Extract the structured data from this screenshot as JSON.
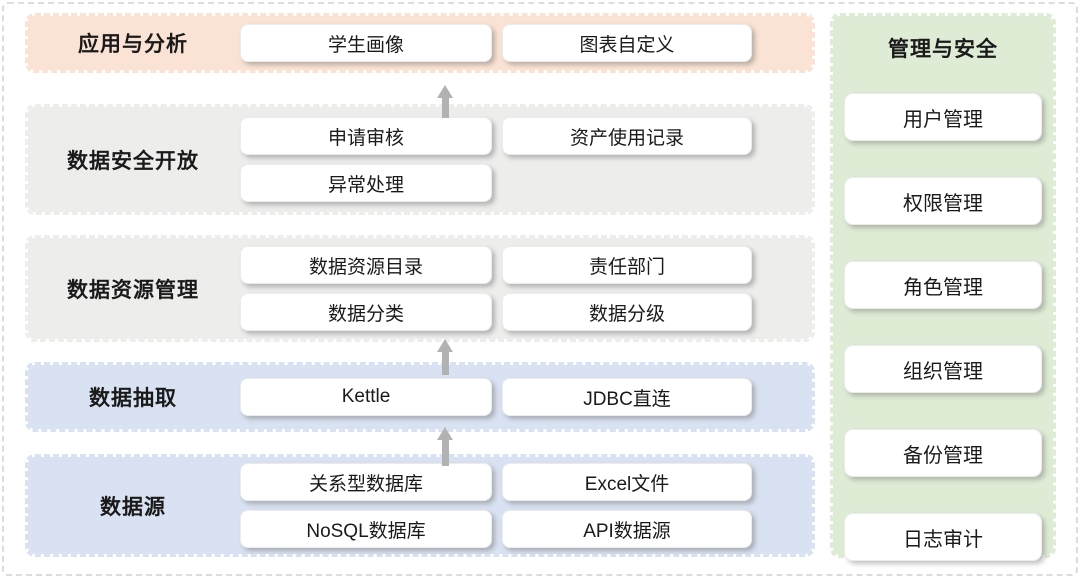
{
  "layers": [
    {
      "label": "应用与分析",
      "theme": "peach",
      "rows": [
        [
          "学生画像",
          "图表自定义"
        ]
      ]
    },
    {
      "label": "数据安全开放",
      "theme": "gray",
      "rows": [
        [
          "申请审核",
          "资产使用记录"
        ],
        [
          "异常处理"
        ]
      ]
    },
    {
      "label": "数据资源管理",
      "theme": "gray",
      "rows": [
        [
          "数据资源目录",
          "责任部门"
        ],
        [
          "数据分类",
          "数据分级"
        ]
      ]
    },
    {
      "label": "数据抽取",
      "theme": "blue",
      "rows": [
        [
          "Kettle",
          "JDBC直连"
        ]
      ]
    },
    {
      "label": "数据源",
      "theme": "blue",
      "rows": [
        [
          "关系型数据库",
          "Excel文件"
        ],
        [
          "NoSQL数据库",
          "API数据源"
        ]
      ]
    }
  ],
  "side_panel": {
    "title": "管理与安全",
    "items": [
      "用户管理",
      "权限管理",
      "角色管理",
      "组织管理",
      "备份管理",
      "日志审计"
    ]
  },
  "colors": {
    "band_application": "#fae3d4",
    "band_gray": "#ededec",
    "band_blue": "#d9e2f2",
    "side_panel_green": "#deebd5",
    "arrow_gray": "#b2b2b2",
    "box_white": "#ffffff",
    "text": "#1a1a1a"
  }
}
